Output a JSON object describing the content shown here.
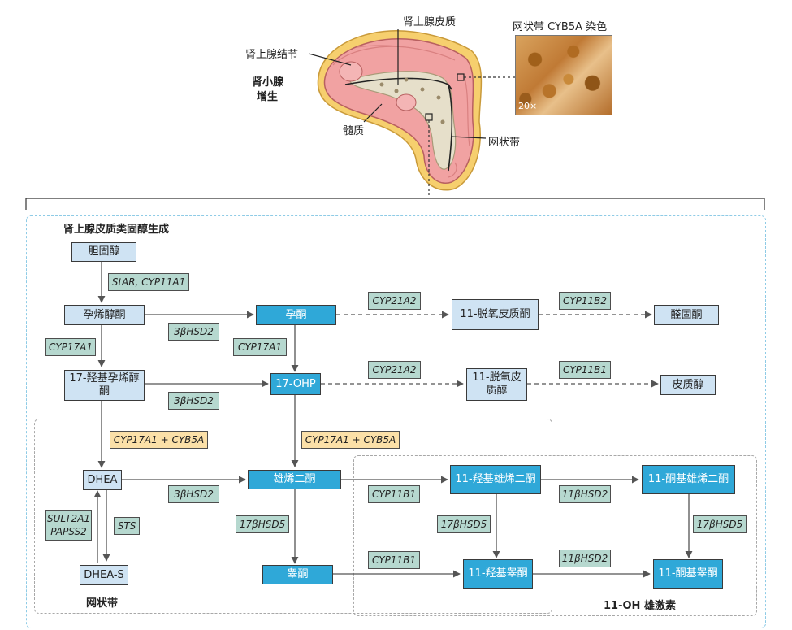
{
  "anatomy": {
    "cortex": "肾上腺皮质",
    "nodule": "肾上腺结节",
    "hyperplasia_line1": "肾小腺",
    "hyperplasia_line2": "增生",
    "medulla": "髓质",
    "zr": "网状带",
    "stain_title": "网状带 CYB5A 染色",
    "magnification": "20×"
  },
  "panel": {
    "title": "肾上腺皮质类固醇生成",
    "zr_label": "网状带",
    "oh_label": "11-OH 雄激素"
  },
  "nodes": {
    "cholesterol": "胆固醇",
    "pregnenolone": "孕烯醇酮",
    "progesterone": "孕酮",
    "doc": "11-脱氧皮质酮",
    "aldosterone": "醛固酮",
    "hpreg_line1": "17-羟基孕烯醇",
    "hpreg_line2": "酮",
    "ohp": "17-OHP",
    "deoxycortisol_line1": "11-脱氧皮",
    "deoxycortisol_line2": "质醇",
    "cortisol": "皮质醇",
    "dhea": "DHEA",
    "androstenedione": "雄烯二酮",
    "oha": "11-羟基雄烯二酮",
    "keto_a": "11-酮基雄烯二酮",
    "dheas": "DHEA-S",
    "testosterone": "睾酮",
    "oht": "11-羟基睾酮",
    "keto_t": "11-酮基睾酮"
  },
  "enzymes": {
    "star": "StAR, CYP11A1",
    "hsd3_a": "3βHSD2",
    "cyp21_a": "CYP21A2",
    "cyp11b2": "CYP11B2",
    "cyp17_a": "CYP17A1",
    "cyp17_b": "CYP17A1",
    "hsd3_b": "3βHSD2",
    "cyp21_b": "CYP21A2",
    "cyp11b1_a": "CYP11B1",
    "cyp17b5_a": "CYP17A1 + CYB5A",
    "cyp17b5_b": "CYP17A1 + CYB5A",
    "sult": "SULT2A1",
    "papss": "PAPSS2",
    "sts": "STS",
    "hsd3_c": "3βHSD2",
    "cyp11b1_b": "CYP11B1",
    "hsd11_a": "11βHSD2",
    "hsd17_a": "17βHSD5",
    "hsd17_b": "17βHSD5",
    "hsd17_c": "17βHSD5",
    "cyp11b1_c": "CYP11B1",
    "hsd11_b": "11βHSD2"
  },
  "colors": {
    "light_box": "#cfe3f3",
    "blue_box": "#2fa8d8",
    "enzyme_green": "#b6d8cf",
    "enzyme_yellow": "#fbe0a8",
    "gland_pink": "#f1a2a2",
    "gland_fat": "#f6cf6e"
  }
}
